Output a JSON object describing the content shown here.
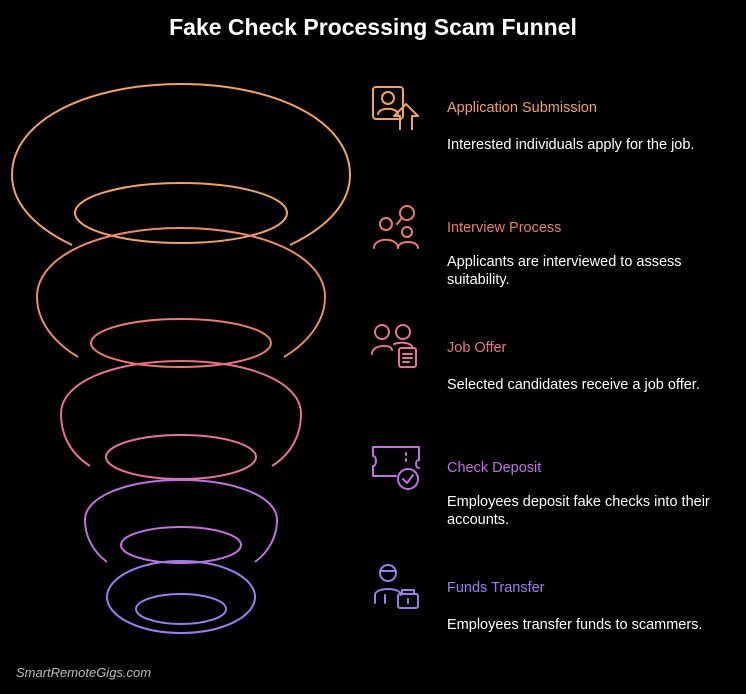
{
  "title": "Fake Check Processing Scam Funnel",
  "stages": [
    {
      "label": "Application Submission",
      "description": "Interested individuals apply for the job.",
      "icon": "applicant-upload-icon",
      "color": "#f2a25c"
    },
    {
      "label": "Interview Process",
      "description": "Applicants are interviewed to assess suitability.",
      "icon": "interview-people-icon",
      "color": "#ee7a6a"
    },
    {
      "label": "Job Offer",
      "description": "Selected candidates receive a job offer.",
      "icon": "job-offer-people-document-icon",
      "color": "#e8709a"
    },
    {
      "label": "Check Deposit",
      "description": "Employees deposit fake checks into their accounts.",
      "icon": "check-deposit-ticket-icon",
      "color": "#c070e0"
    },
    {
      "label": "Funds Transfer",
      "description": "Employees transfer funds to scammers.",
      "icon": "funds-transfer-person-wallet-icon",
      "color": "#9a7ef0"
    }
  ],
  "watermark": "SmartRemoteGigs.com"
}
